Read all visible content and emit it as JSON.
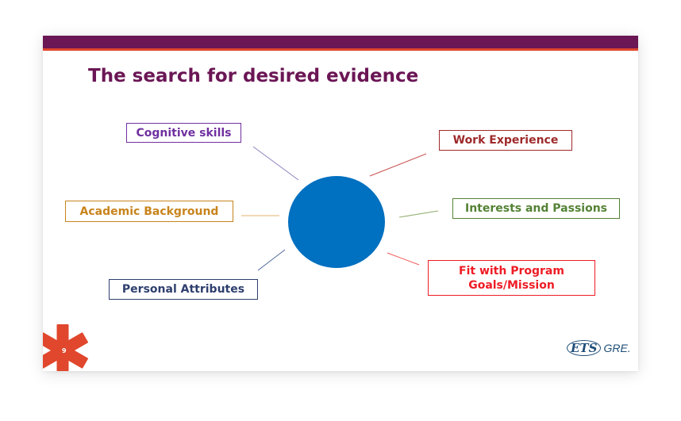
{
  "slide": {
    "title": "The search for desired evidence",
    "page_number": "9",
    "logo": {
      "ets": "ETS",
      "gre": "GRE."
    }
  },
  "diagram": {
    "center_color": "#0070c0",
    "nodes": [
      {
        "id": "cognitive",
        "label": "Cognitive skills",
        "color": "#7030a0"
      },
      {
        "id": "work",
        "label": "Work Experience",
        "color": "#9e2a2b"
      },
      {
        "id": "academic",
        "label": "Academic Background",
        "color": "#c8841c"
      },
      {
        "id": "interests",
        "label": "Interests and Passions",
        "color": "#548235"
      },
      {
        "id": "personal",
        "label": "Personal Attributes",
        "color": "#2e3f6e"
      },
      {
        "id": "fit",
        "label_lines": [
          "Fit with Program",
          "Goals/Mission"
        ],
        "color": "#ee1c25"
      }
    ]
  },
  "colors": {
    "header_band": "#6b1655",
    "header_accent": "#e0472c",
    "asterisk": "#e0472c"
  }
}
